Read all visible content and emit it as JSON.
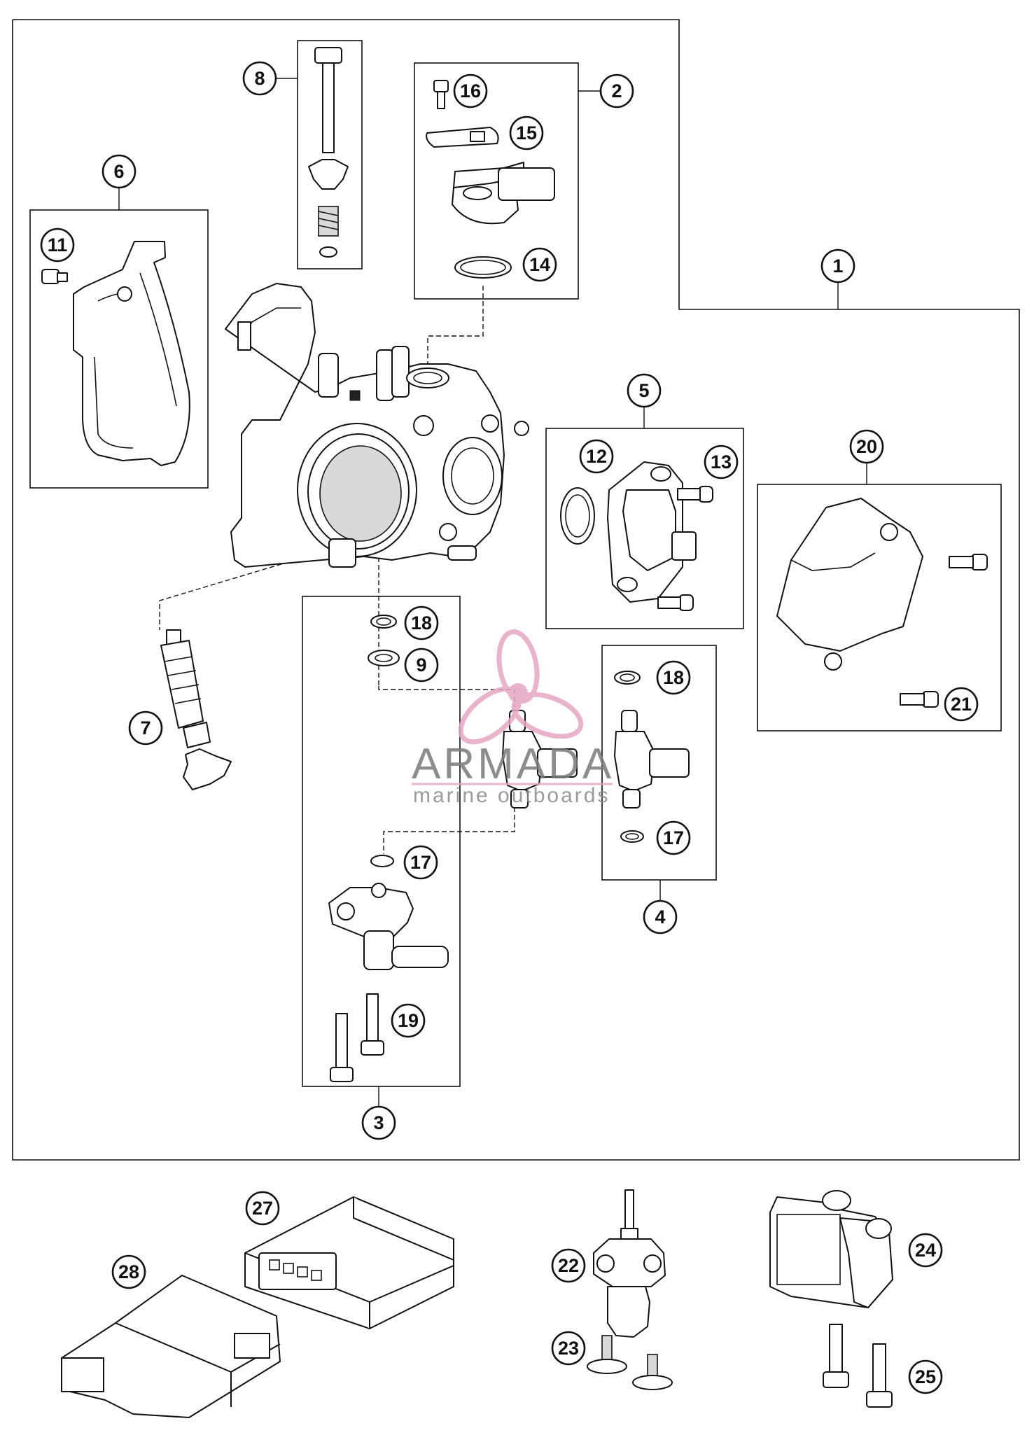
{
  "diagram": {
    "callouts": [
      "1",
      "2",
      "3",
      "4",
      "5",
      "6",
      "7",
      "8",
      "9",
      "11",
      "12",
      "13",
      "14",
      "15",
      "16",
      "17",
      "17",
      "18",
      "18",
      "19",
      "20",
      "21",
      "22",
      "23",
      "24",
      "25",
      "27",
      "28"
    ]
  },
  "watermark": {
    "brand": "ARMADA",
    "tagline": "marine outboards",
    "logo_color": "#e6a6c4",
    "logo_icon": "propeller-icon"
  }
}
